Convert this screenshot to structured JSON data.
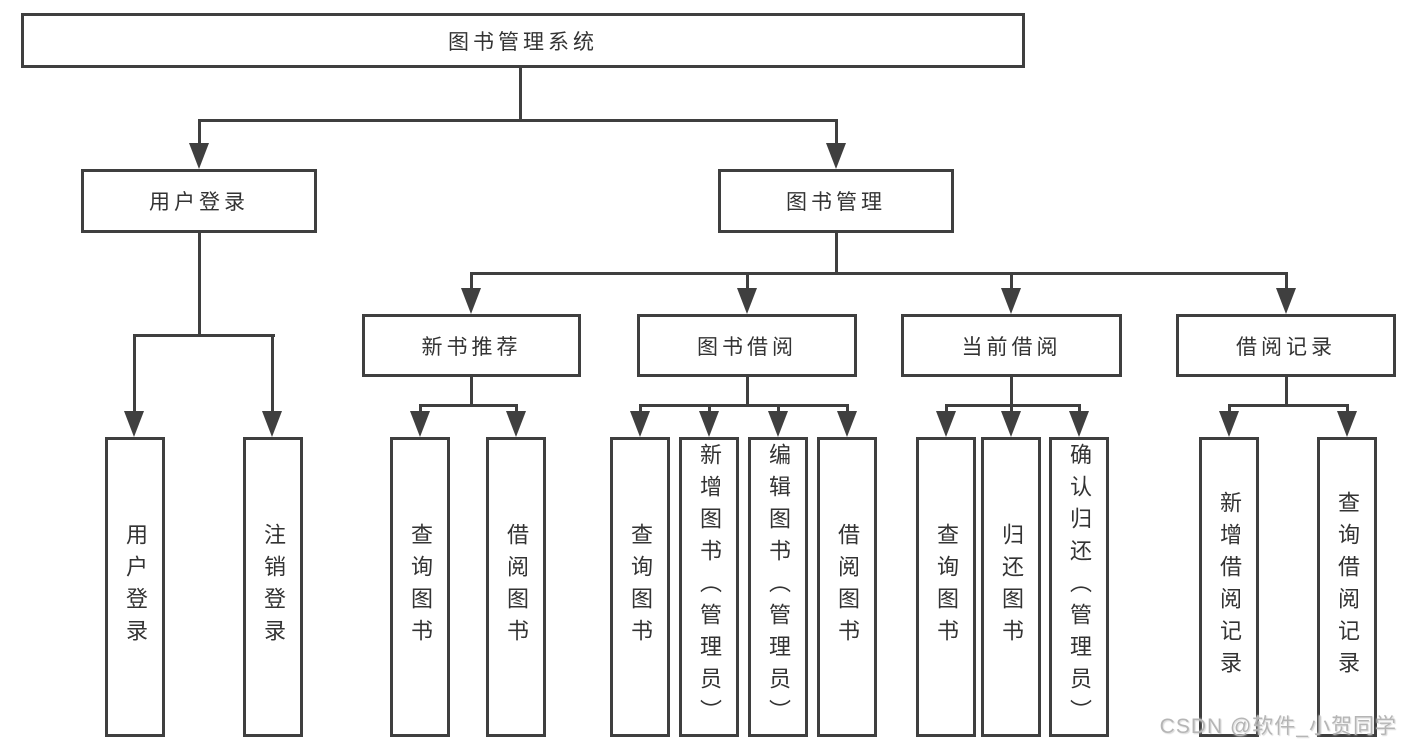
{
  "diagram": {
    "root": {
      "label": "图书管理系统"
    },
    "branches": [
      {
        "label": "用户登录",
        "children": [
          {
            "label": "用户登录"
          },
          {
            "label": "注销登录"
          }
        ]
      },
      {
        "label": "图书管理",
        "children": [
          {
            "label": "新书推荐",
            "children": [
              {
                "label": "查询图书"
              },
              {
                "label": "借阅图书"
              }
            ]
          },
          {
            "label": "图书借阅",
            "children": [
              {
                "label": "查询图书"
              },
              {
                "label": "新增图书（管理员）"
              },
              {
                "label": "编辑图书（管理员）"
              },
              {
                "label": "借阅图书"
              }
            ]
          },
          {
            "label": "当前借阅",
            "children": [
              {
                "label": "查询图书"
              },
              {
                "label": "归还图书"
              },
              {
                "label": "确认归还（管理员）"
              }
            ]
          },
          {
            "label": "借阅记录",
            "children": [
              {
                "label": "新增借阅记录"
              },
              {
                "label": "查询借阅记录"
              }
            ]
          }
        ]
      }
    ]
  },
  "watermark": {
    "text": "CSDN @软件_小贺同学"
  },
  "colors": {
    "line": "#3f3f3f",
    "box_border": "#3f3f3f",
    "box_fill": "#ffffff",
    "text": "#333333",
    "background": "#ffffff",
    "watermark": "#b5b5b5"
  }
}
